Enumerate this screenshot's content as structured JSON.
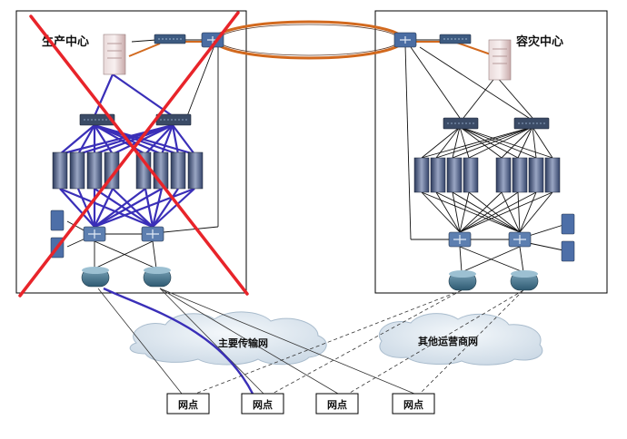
{
  "production_center": {
    "label": "生产中心",
    "status": "failed"
  },
  "dr_center": {
    "label": "容灾中心"
  },
  "networks": {
    "main_transport": "主要传输网",
    "other_carrier": "其他运营商网"
  },
  "branches": [
    {
      "label": "网点"
    },
    {
      "label": "网点"
    },
    {
      "label": "网点"
    },
    {
      "label": "网点"
    }
  ],
  "colors": {
    "failure_cross": "#e8242a",
    "primary_link": "#3a2fb8",
    "ring_link": "#d2691e",
    "device_blue": "#3f5a8c",
    "cloud": "#d9e4ee"
  }
}
